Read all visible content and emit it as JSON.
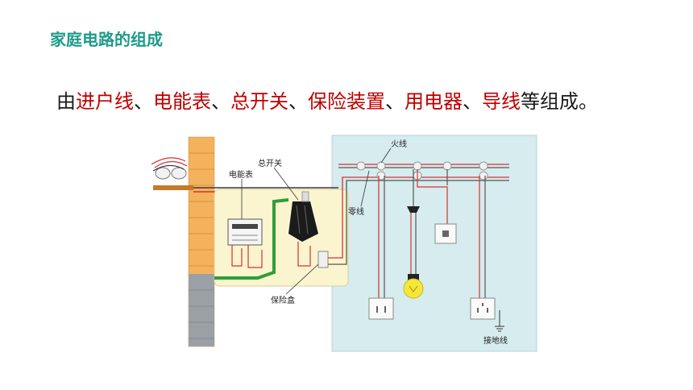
{
  "slide": {
    "title": "家庭电路的组成",
    "sentence_parts": [
      {
        "text": "由",
        "highlight": false
      },
      {
        "text": "进户线",
        "highlight": true
      },
      {
        "text": "、",
        "highlight": false
      },
      {
        "text": "电能表",
        "highlight": true
      },
      {
        "text": "、",
        "highlight": false
      },
      {
        "text": "总开关",
        "highlight": true
      },
      {
        "text": "、",
        "highlight": false
      },
      {
        "text": "保险装置",
        "highlight": true
      },
      {
        "text": "、",
        "highlight": false
      },
      {
        "text": "用电器",
        "highlight": true
      },
      {
        "text": "、",
        "highlight": false
      },
      {
        "text": "导线",
        "highlight": true
      },
      {
        "text": "等组成。",
        "highlight": false
      }
    ]
  },
  "diagram": {
    "labels": {
      "meter": "电能表",
      "main_switch": "总开关",
      "fuse_box": "保险盒",
      "live_wire": "火线",
      "neutral_wire": "零线",
      "ground_wire": "接地线"
    }
  },
  "colors": {
    "title": "#1f9a8a",
    "highlight": "#c00000",
    "room_bg": "#d6ecee",
    "panel_bg": "#fbf5cf",
    "brick": "#f4b25c",
    "live": "#d93030",
    "ground": "#2e9e3a"
  }
}
